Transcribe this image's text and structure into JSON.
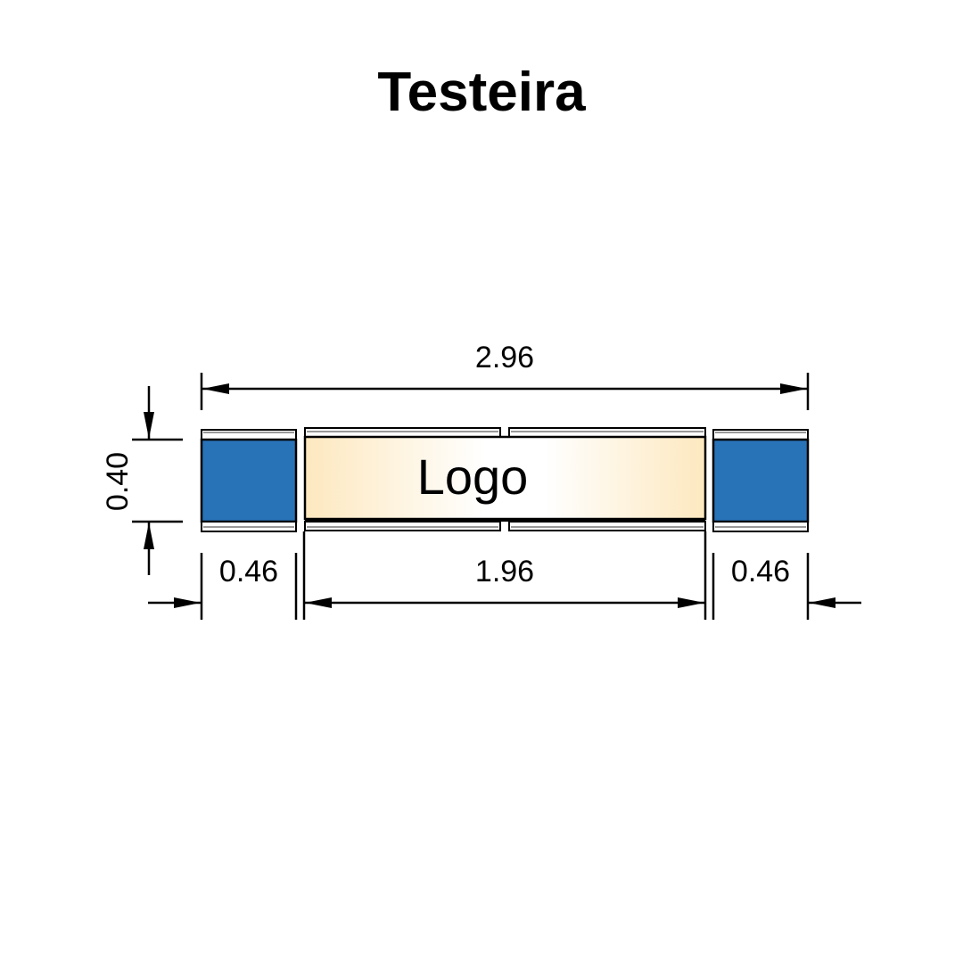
{
  "title": "Testeira",
  "logo_label": "Logo",
  "dimensions": {
    "total_width": "2.96",
    "height": "0.40",
    "left_panel_width": "0.46",
    "center_panel_width": "1.96",
    "right_panel_width": "0.46"
  },
  "colors": {
    "side_panel_fill": "#2872b8",
    "center_gradient_edge": "#fde8bf",
    "center_gradient_mid": "#ffffff",
    "line": "#000000"
  }
}
